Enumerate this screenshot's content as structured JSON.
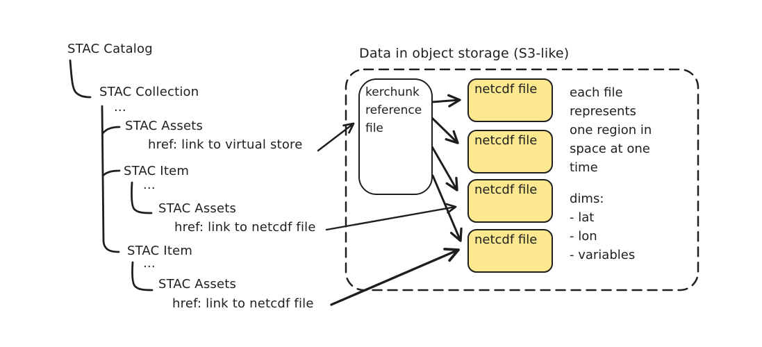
{
  "colors": {
    "stroke": "#1e1e1e",
    "netcdf_fill": "#fbe88f",
    "background": "#ffffff"
  },
  "tree": {
    "catalog": "STAC Catalog",
    "collection": "STAC Collection",
    "ellipsis": "...",
    "assets1": "STAC Assets",
    "href_virtual": "href: link to virtual store",
    "item1": "STAC Item",
    "assets2": "STAC Assets",
    "href_netcdf1": "href: link to netcdf file",
    "item2": "STAC Item",
    "assets3": "STAC Assets",
    "href_netcdf2": "href: link to netcdf file"
  },
  "storage": {
    "title": "Data in object storage (S3-like)",
    "kerchunk_lines": [
      "kerchunk",
      "reference",
      "file"
    ],
    "netcdf_labels": [
      "netcdf file",
      "netcdf file",
      "netcdf file",
      "netcdf file"
    ],
    "annotation_region_lines": [
      "each file",
      "represents",
      "one region in",
      "space at one",
      "time"
    ],
    "annotation_dims_lines": [
      "dims:",
      "- lat",
      "- lon",
      "- variables"
    ]
  }
}
